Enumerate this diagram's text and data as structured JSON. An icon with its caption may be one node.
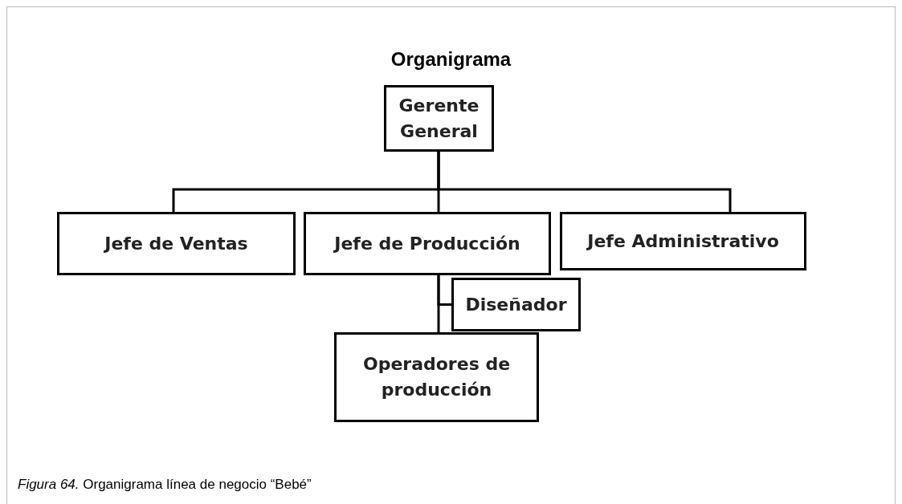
{
  "diagram": {
    "title": "Organigrama",
    "caption": "*Figura 64.* Organigrama línea de negocio “Bebé”",
    "nodes": [
      {
        "text": [
          "Gerente General"
        ]
      },
      {
        "text": [
          "Jefe de Ventas"
        ]
      },
      {
        "text": [
          "Jefe de Producción"
        ]
      },
      {
        "text": [
          "Jefe Administrativo"
        ]
      },
      {
        "text": [
          "Diseñador"
        ]
      },
      {
        "text": [
          "Operadores de producción"
        ]
      }
    ],
    "edges": [
      {
        "from": 0,
        "to": 1,
        "arrow": "none"
      },
      {
        "from": 0,
        "to": 2,
        "arrow": "none"
      },
      {
        "from": 0,
        "to": 3,
        "arrow": "none"
      },
      {
        "from": 2,
        "to": 4,
        "arrow": "none"
      },
      {
        "from": 2,
        "to": 5,
        "arrow": "none"
      }
    ]
  }
}
